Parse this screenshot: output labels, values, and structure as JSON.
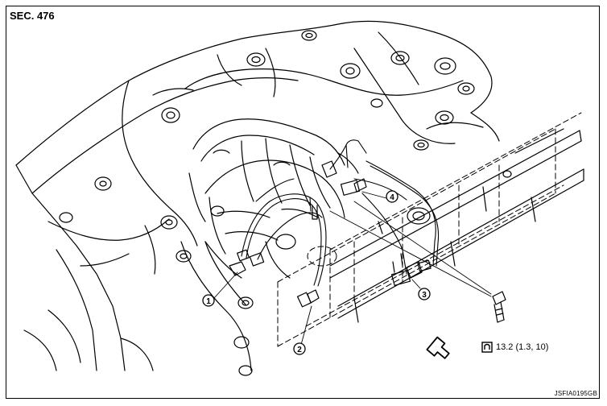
{
  "section_label": "SEC. 476",
  "callouts": [
    {
      "id": "1",
      "label": "1"
    },
    {
      "id": "2",
      "label": "2"
    },
    {
      "id": "3",
      "label": "3"
    },
    {
      "id": "4",
      "label": "4"
    }
  ],
  "torque_spec": "13.2 (1.3, 10)",
  "figure_id": "JSFIA0195GB",
  "icons": {
    "front_arrow": "front-direction-arrow-icon",
    "torque": "torque-wrench-icon"
  }
}
